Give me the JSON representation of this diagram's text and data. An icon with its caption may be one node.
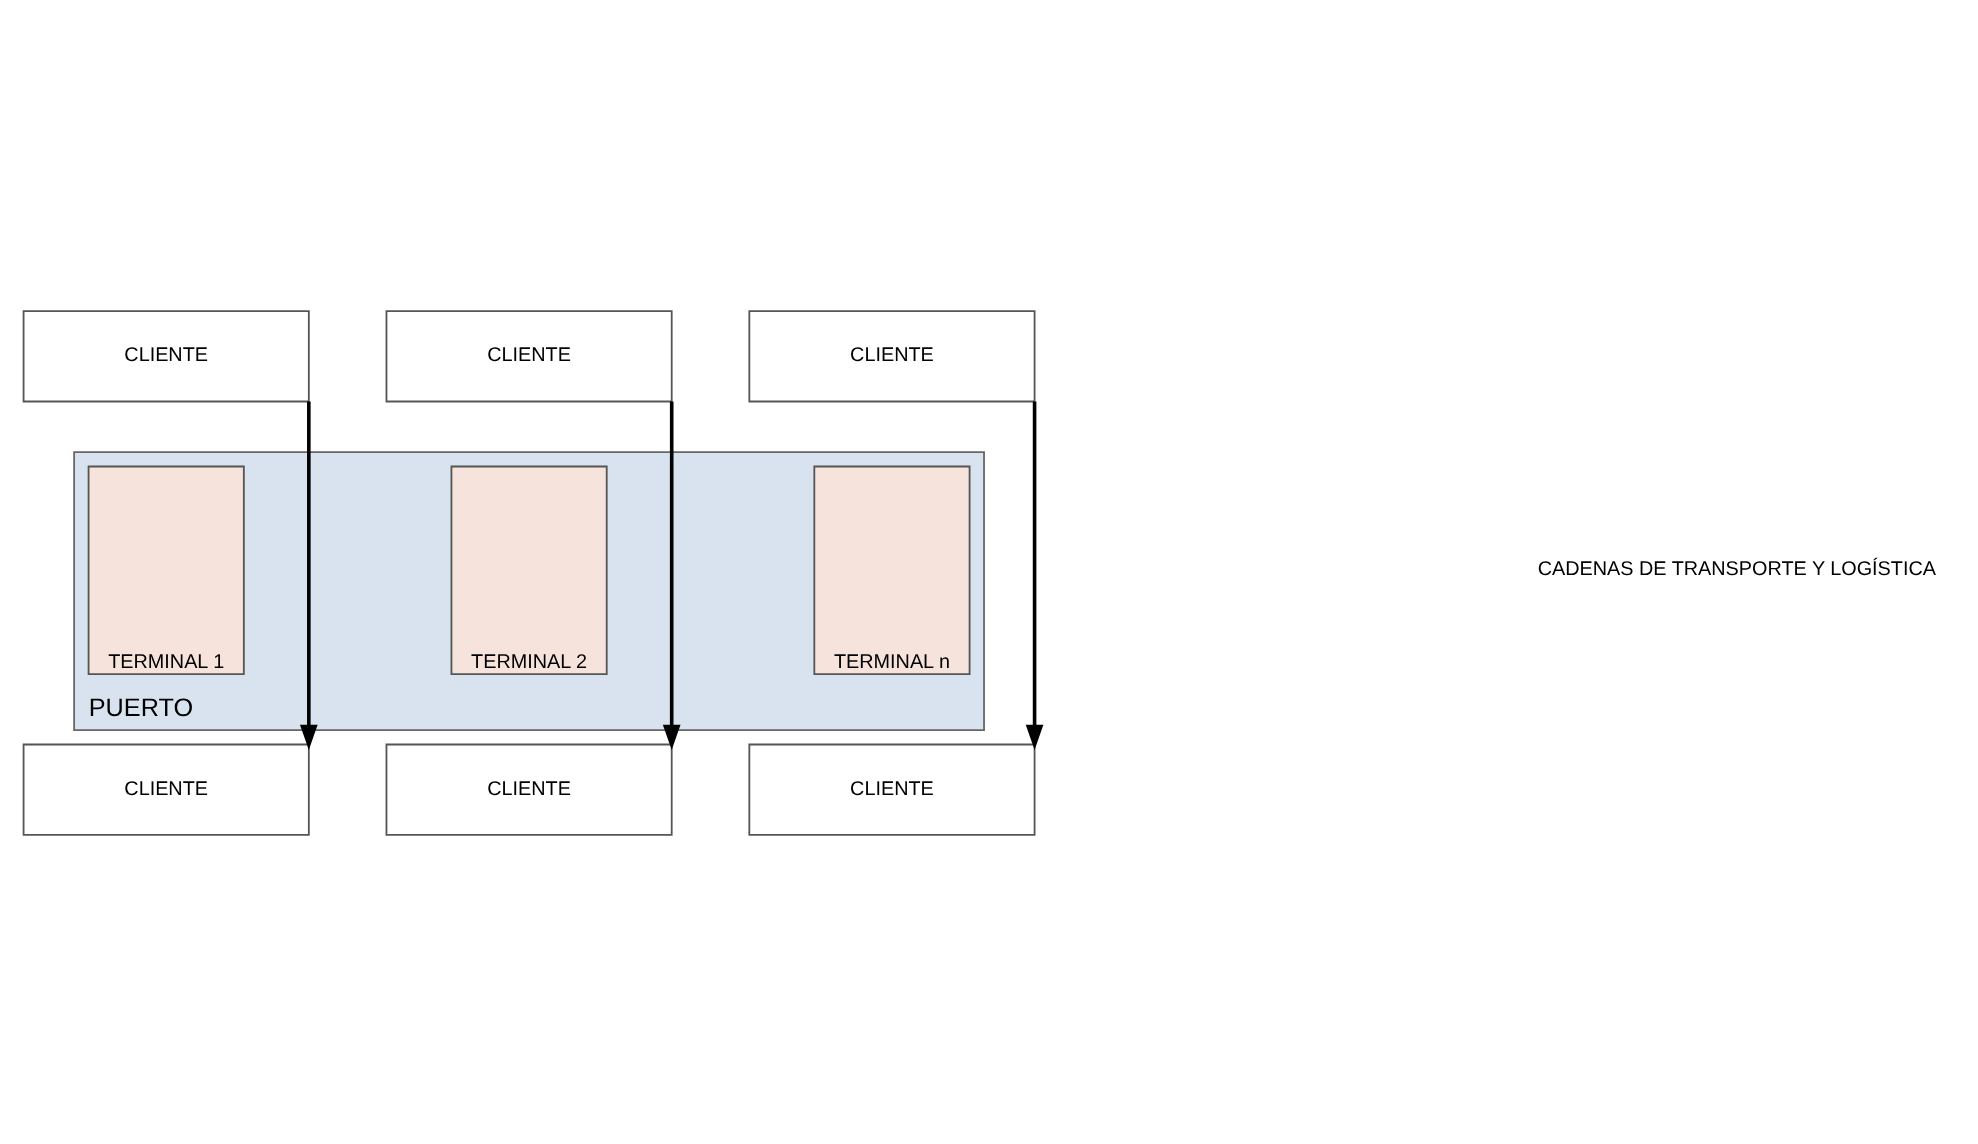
{
  "diagram": {
    "nodes": [
      {
        "text": [
          "CLIENTE"
        ]
      },
      {
        "text": [
          "CLIENTE"
        ]
      },
      {
        "text": [
          "CLIENTE"
        ]
      },
      {
        "text": [
          "PUERTO"
        ]
      },
      {
        "text": [
          "TERMINAL 1"
        ],
        "in": 3
      },
      {
        "text": [
          "TERMINAL 2"
        ],
        "in": 3
      },
      {
        "text": [
          "TERMINAL n"
        ],
        "in": 3
      },
      {
        "text": [
          "CLIENTE"
        ]
      },
      {
        "text": [
          "CLIENTE"
        ]
      },
      {
        "text": [
          "CLIENTE"
        ]
      }
    ],
    "edges": [
      {
        "from": 0,
        "to": 7,
        "arrow": "to"
      },
      {
        "from": 1,
        "to": 8,
        "arrow": "to"
      },
      {
        "from": 2,
        "to": 9,
        "arrow": "to"
      }
    ],
    "labels": [
      "CADENAS DE TRANSPORTE Y LOGÍSTICA"
    ]
  }
}
